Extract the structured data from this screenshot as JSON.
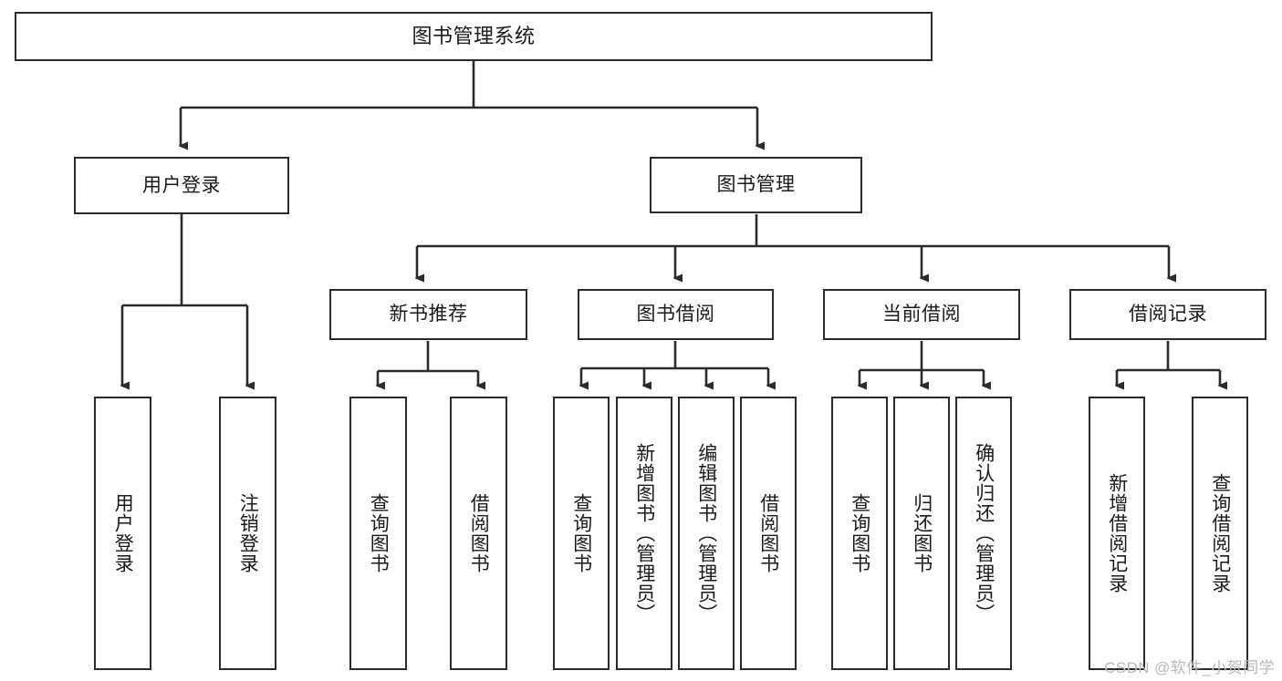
{
  "diagram": {
    "title": "图书管理系统",
    "type": "tree-hierarchy",
    "watermark": "CSDN @软件_小贺同学",
    "colors": {
      "box_border": "#2b2b2b",
      "box_fill": "#ffffff",
      "connector": "#2b2b2b",
      "text": "#1a1a1a",
      "watermark": "#b9b9b9",
      "background": "#ffffff"
    },
    "root": {
      "label": "图书管理系统"
    },
    "level1": [
      {
        "label": "用户登录"
      },
      {
        "label": "图书管理"
      }
    ],
    "level2": [
      {
        "label": "新书推荐"
      },
      {
        "label": "图书借阅"
      },
      {
        "label": "当前借阅"
      },
      {
        "label": "借阅记录"
      }
    ],
    "leaves": {
      "user_login": [
        {
          "label": "用户登录"
        },
        {
          "label": "注销登录"
        }
      ],
      "new_book_recommend": [
        {
          "label": "查询图书"
        },
        {
          "label": "借阅图书"
        }
      ],
      "book_borrow": [
        {
          "label": "查询图书"
        },
        {
          "label": "新增图书（管理员）"
        },
        {
          "label": "编辑图书（管理员）"
        },
        {
          "label": "借阅图书"
        }
      ],
      "current_borrow": [
        {
          "label": "查询图书"
        },
        {
          "label": "归还图书"
        },
        {
          "label": "确认归还（管理员）"
        }
      ],
      "borrow_record": [
        {
          "label": "新增借阅记录"
        },
        {
          "label": "查询借阅记录"
        }
      ]
    }
  }
}
